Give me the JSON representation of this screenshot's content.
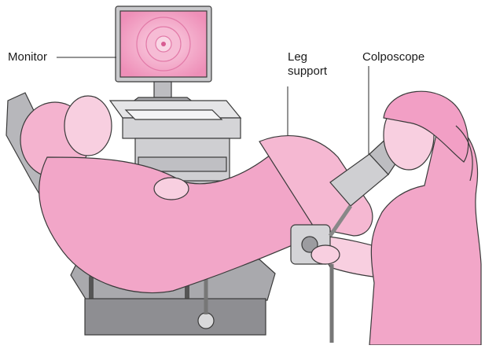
{
  "labels": {
    "monitor": "Monitor",
    "leg_support_line1": "Leg",
    "leg_support_line2": "support",
    "colposcope": "Colposcope"
  },
  "colors": {
    "skin_pink": "#f6c6dc",
    "gown_pink": "#f2a6c8",
    "equipment_gray": "#d9d9db",
    "equipment_dark": "#8e8e92",
    "screen_pink": "#f39ac0",
    "outline": "#3a3a3a"
  }
}
